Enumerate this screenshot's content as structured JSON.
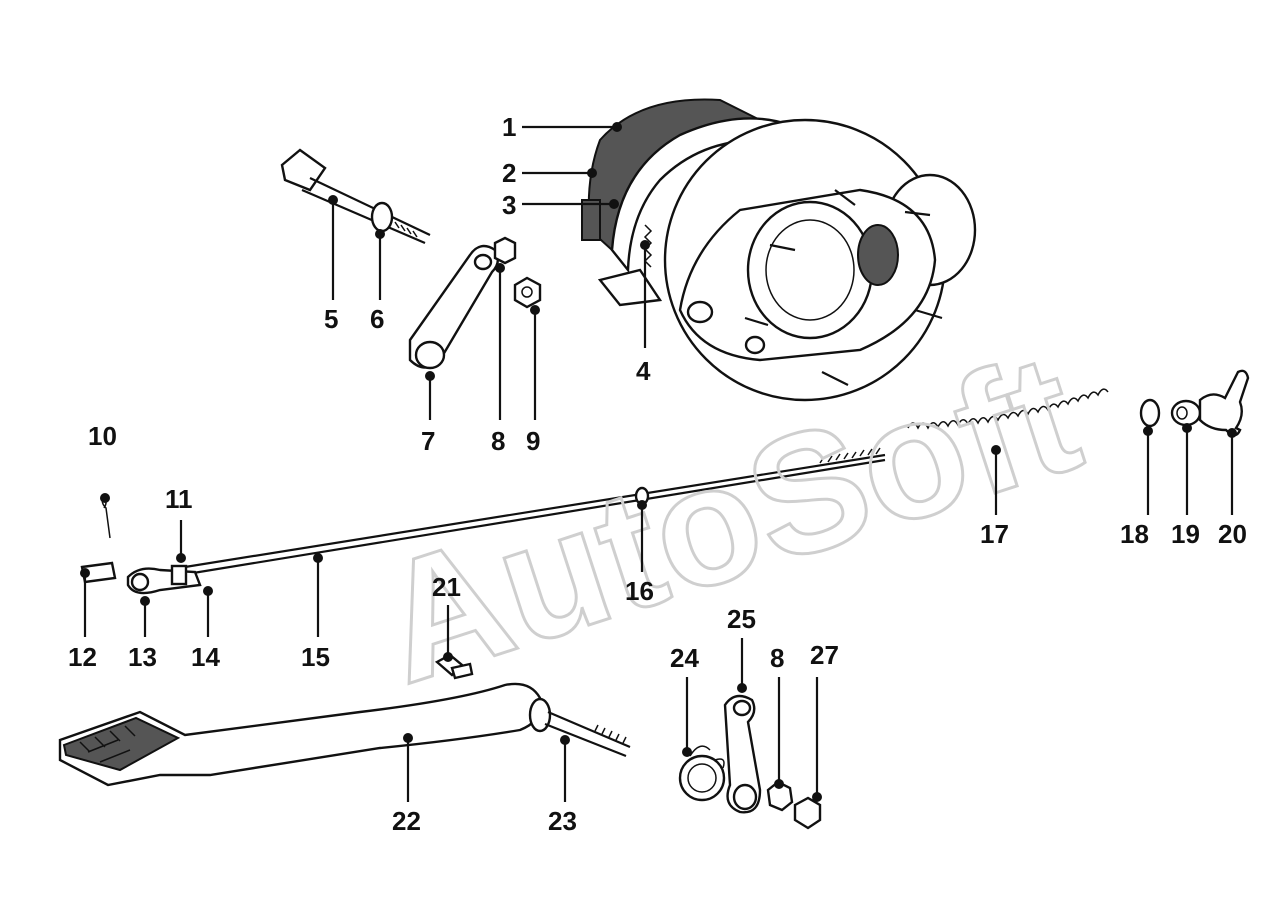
{
  "watermark": {
    "text": "AutoSoft"
  },
  "callouts": [
    {
      "id": "c1",
      "label": "1"
    },
    {
      "id": "c2",
      "label": "2"
    },
    {
      "id": "c3",
      "label": "3"
    },
    {
      "id": "c4",
      "label": "4"
    },
    {
      "id": "c5",
      "label": "5"
    },
    {
      "id": "c6",
      "label": "6"
    },
    {
      "id": "c7",
      "label": "7"
    },
    {
      "id": "c8a",
      "label": "8"
    },
    {
      "id": "c9",
      "label": "9"
    },
    {
      "id": "c10",
      "label": "10"
    },
    {
      "id": "c11",
      "label": "11"
    },
    {
      "id": "c12",
      "label": "12"
    },
    {
      "id": "c13",
      "label": "13"
    },
    {
      "id": "c14",
      "label": "14"
    },
    {
      "id": "c15",
      "label": "15"
    },
    {
      "id": "c16",
      "label": "16"
    },
    {
      "id": "c17",
      "label": "17"
    },
    {
      "id": "c18",
      "label": "18"
    },
    {
      "id": "c19",
      "label": "19"
    },
    {
      "id": "c20",
      "label": "20"
    },
    {
      "id": "c21",
      "label": "21"
    },
    {
      "id": "c22",
      "label": "22"
    },
    {
      "id": "c23",
      "label": "23"
    },
    {
      "id": "c24",
      "label": "24"
    },
    {
      "id": "c25",
      "label": "25"
    },
    {
      "id": "c8b",
      "label": "8"
    },
    {
      "id": "c27",
      "label": "27"
    }
  ]
}
